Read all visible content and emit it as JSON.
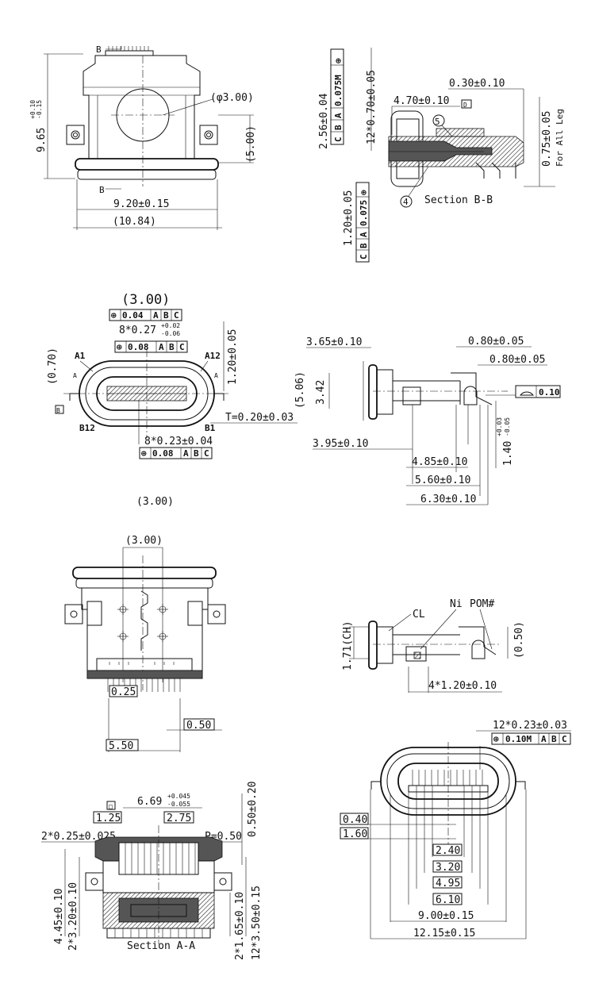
{
  "view1": {
    "height_dim": "9.65",
    "height_tol_up": "+0.10",
    "height_tol_dn": "-0.15",
    "dia": "(φ3.00)",
    "ref5": "(5.00)",
    "w1": "9.20±0.15",
    "w2": "(10.84)",
    "sec_mark": "B"
  },
  "sectionB": {
    "gdt1_sym": "⊕",
    "gdt1_val": "0.075M",
    "gdt1_a": "A",
    "gdt1_b": "B",
    "gdt1_c": "C",
    "d256": "2.56±0.04",
    "d12x070": "12*0.70±0.05",
    "d030": "0.30±0.10",
    "d470": "4.70±0.10",
    "flag": "D",
    "d075": "0.75±0.05",
    "for_all": "For All Leg",
    "d120": "1.20±0.05",
    "gdt2_val": "0.075",
    "bubble5": "5",
    "bubble4": "4",
    "title": "Section B-B"
  },
  "front": {
    "d300": "(3.00)",
    "fcf1_val": "0.04",
    "fcf_a": "A",
    "fcf_b": "B",
    "fcf_c": "C",
    "d8x027": "8*0.27",
    "tol027_up": "+0.02",
    "tol027_dn": "-0.06",
    "fcf2_val": "0.08",
    "d070": "(0.70)",
    "a1": "A1",
    "a12": "A12",
    "a_lbl": "A",
    "b12": "B12",
    "b1": "B1",
    "datum_b": "B",
    "d120": "1.20±0.05",
    "t": "T=0.20±0.03",
    "d8x023": "8*0.23±0.04",
    "fcf3_val": "0.08",
    "d300b": "(3.00)"
  },
  "side": {
    "d365": "3.65±0.10",
    "d080a": "0.80±0.05",
    "d080b": "0.80±0.05",
    "d506": "(5.06)",
    "d342": "3.42",
    "flat_val": "0.10",
    "d395": "3.95±0.10",
    "d485": "4.85±0.10",
    "d560": "5.60±0.10",
    "d630": "6.30±0.10",
    "d140": "1.40",
    "tol140_up": "+0.03",
    "tol140_dn": "-0.05"
  },
  "bottom": {
    "d300": "(3.00)",
    "d025": "0.25",
    "d050": "0.50",
    "d550": "5.50"
  },
  "side2": {
    "d171": "1.71(CH)",
    "cl": "CL",
    "ni": "Ni",
    "pom": "POM#",
    "d050": "(0.50)",
    "d4x120": "4*1.20±0.10"
  },
  "sectionA": {
    "flat": "□",
    "d669": "6.69",
    "tol669_up": "+0.045",
    "tol669_dn": "-0.055",
    "d125": "1.25",
    "d275": "2.75",
    "d2x025": "2*0.25±0.025",
    "pitch": "P=0.50",
    "d050": "0.50±0.20",
    "d445": "4.45±0.10",
    "d2x320": "2*3.20±0.10",
    "d2x165": "2*1.65±0.10",
    "d12x350": "12*3.50±0.15",
    "title": "Section A-A"
  },
  "front2": {
    "d12x023": "12*0.23±0.03",
    "fcf_sym": "⊕",
    "fcf_val": "0.10M",
    "fcf_a": "A",
    "fcf_b": "B",
    "fcf_c": "C",
    "d040": "0.40",
    "d160": "1.60",
    "d240": "2.40",
    "d320": "3.20",
    "d495": "4.95",
    "d610": "6.10",
    "d900": "9.00±0.15",
    "d1215": "12.15±0.15"
  }
}
